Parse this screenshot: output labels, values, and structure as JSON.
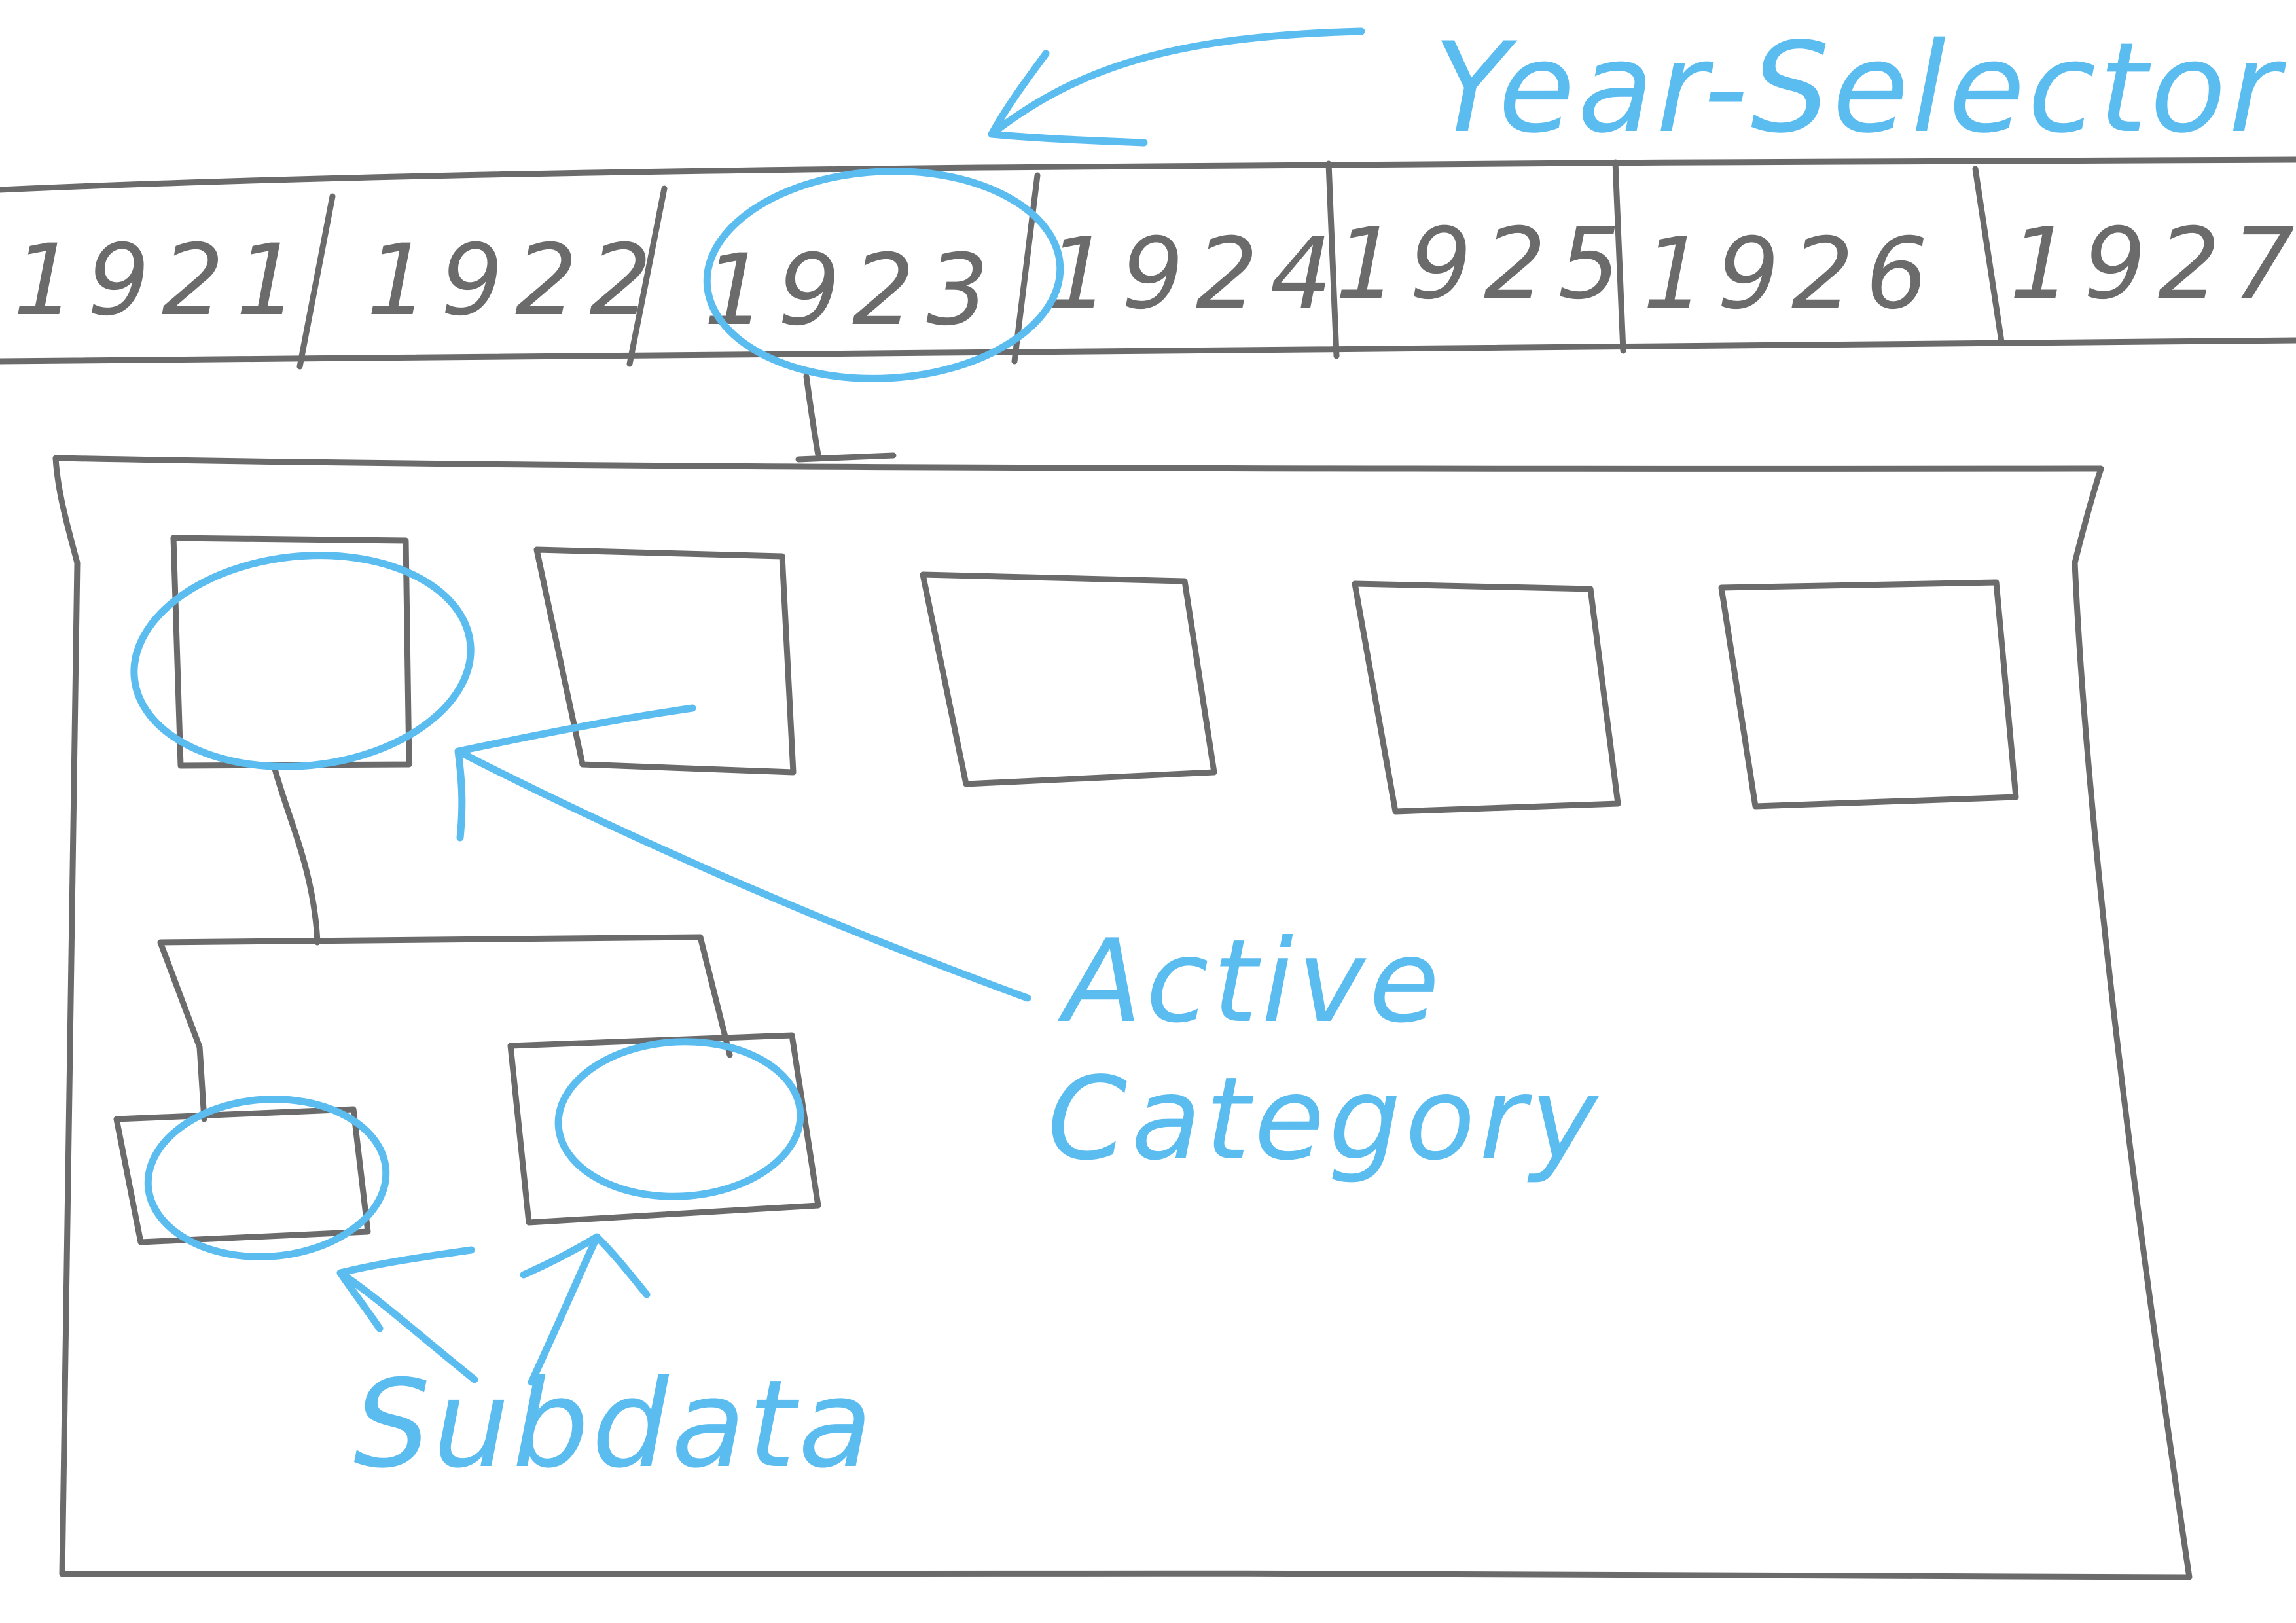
{
  "year_selector": {
    "label": "Year-Selector",
    "years": [
      "1921",
      "1922",
      "1923",
      "1924",
      "1925",
      "1926",
      "1927"
    ],
    "selected": "1923"
  },
  "annotations": {
    "active_category": [
      "Active",
      "Category"
    ],
    "subdata": "Subdata"
  },
  "colors": {
    "sketch_ink": "#6b6b6b",
    "annotation_ink": "#5bbcf0",
    "background": "#ffffff"
  }
}
